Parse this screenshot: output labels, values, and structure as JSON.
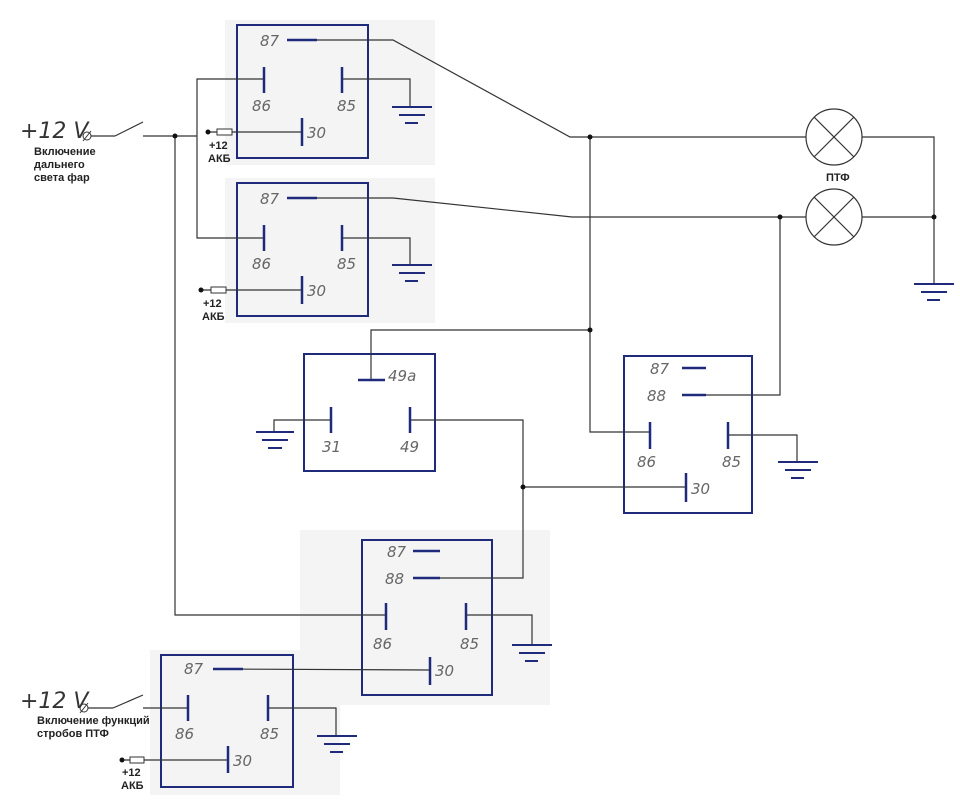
{
  "supply": {
    "voltage": "+12 V",
    "battery_plus": "+12",
    "battery": "АКБ"
  },
  "switch_highbeam": {
    "line1": "Включение",
    "line2": "дальнего",
    "line3": "света фар"
  },
  "switch_strobe": {
    "line1": "Включение функций",
    "line2": "стробов ПТФ"
  },
  "lamps_label": "ПТФ",
  "pins": {
    "p87": "87",
    "p86": "86",
    "p85": "85",
    "p30": "30",
    "p88": "88",
    "p49a": "49a",
    "p49": "49",
    "p31": "31"
  }
}
